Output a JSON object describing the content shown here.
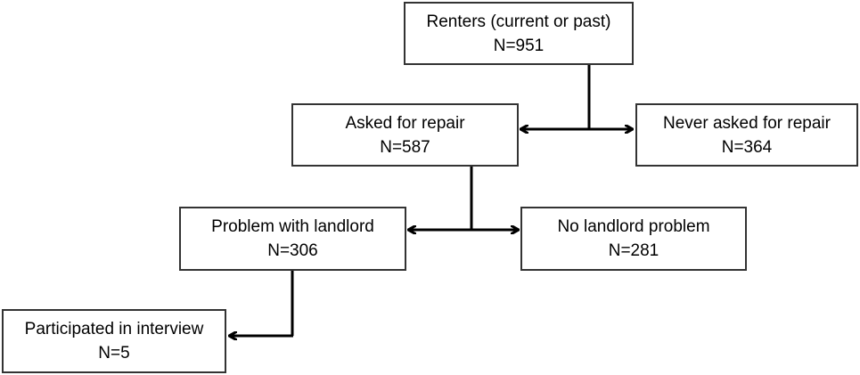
{
  "diagram": {
    "nodes": [
      {
        "id": "renters",
        "label": "Renters (current or past)",
        "count": "N=951"
      },
      {
        "id": "asked",
        "label": "Asked for repair",
        "count": "N=587"
      },
      {
        "id": "never",
        "label": "Never asked for repair",
        "count": "N=364"
      },
      {
        "id": "problem",
        "label": "Problem with landlord",
        "count": "N=306"
      },
      {
        "id": "no_problem",
        "label": "No landlord problem",
        "count": "N=281"
      },
      {
        "id": "interview",
        "label": "Participated in interview",
        "count": "N=5"
      }
    ],
    "edges": [
      {
        "from": "renters",
        "to": "asked"
      },
      {
        "from": "renters",
        "to": "never"
      },
      {
        "from": "asked",
        "to": "problem"
      },
      {
        "from": "asked",
        "to": "no_problem"
      },
      {
        "from": "problem",
        "to": "interview"
      }
    ],
    "colors": {
      "stroke": "#000000",
      "box_border": "#333333",
      "background": "#ffffff"
    }
  }
}
